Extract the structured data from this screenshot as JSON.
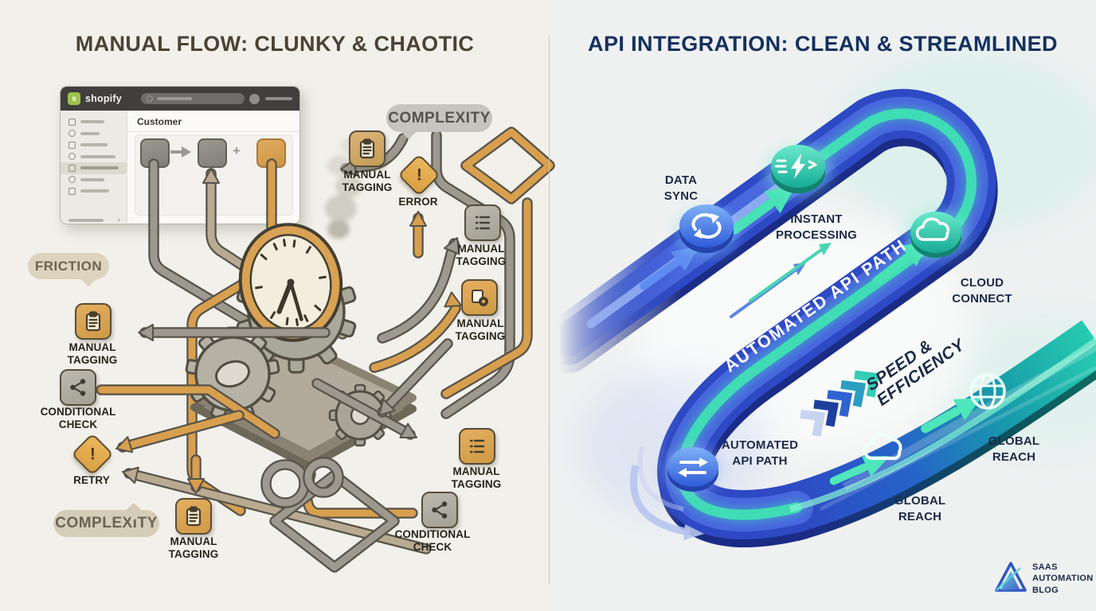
{
  "left": {
    "title": "MANUAL FLOW: CLUNKY & CHAOTIC",
    "window": {
      "brand": "shopify",
      "brand_initial": "s",
      "page_title": "Customer",
      "plus_sign": "+",
      "chevron": "›"
    },
    "bubbles": [
      {
        "label": "COMPLEXITY"
      },
      {
        "label": "FRICTION"
      },
      {
        "label": "COMPLEXITY"
      }
    ],
    "alert_mark": "!",
    "nodes": [
      {
        "id": "manual-tagging-top",
        "l1": "MANUAL",
        "l2": "TAGGING"
      },
      {
        "id": "error",
        "l1": "ERROR"
      },
      {
        "id": "manual-tagging-right-upper",
        "l1": "MANUAL",
        "l2": "TAGGING"
      },
      {
        "id": "manual-tagging-right-mid",
        "l1": "MANUAL",
        "l2": "TAGGING"
      },
      {
        "id": "manual-tagging-left",
        "l1": "MANUAL",
        "l2": "TAGGING"
      },
      {
        "id": "conditional-check-left",
        "l1": "CONDITIONAL",
        "l2": "CHECK"
      },
      {
        "id": "retry",
        "l1": "RETRY"
      },
      {
        "id": "manual-tagging-bottom",
        "l1": "MANUAL",
        "l2": "TAGGING"
      },
      {
        "id": "manual-tagging-bottom-right",
        "l1": "MANUAL",
        "l2": "TAGGING"
      },
      {
        "id": "conditional-check-bottom",
        "l1": "CONDITIONAL",
        "l2": "CHECK"
      }
    ]
  },
  "right": {
    "title": "API INTEGRATION: CLEAN & STREAMLINED",
    "track_text": "AUTOMATED API PATH",
    "speed": {
      "l1": "SPEED &",
      "l2": "EFFICIENCY"
    },
    "labels": [
      {
        "id": "data-sync",
        "l1": "DATA",
        "l2": "SYNC"
      },
      {
        "id": "instant-processing",
        "l1": "INSTANT",
        "l2": "PROCESSING"
      },
      {
        "id": "cloud-connect",
        "l1": "CLOUD",
        "l2": "CONNECT"
      },
      {
        "id": "automated-api-path",
        "l1": "AUTOMATED",
        "l2": "API PATH"
      },
      {
        "id": "global-reach-right",
        "l1": "GLOBAL",
        "l2": "REACH"
      },
      {
        "id": "global-reach-lower",
        "l1": "GLOBAL",
        "l2": "REACH"
      }
    ]
  },
  "logo": {
    "l1": "SAAS",
    "l2": "AUTOMATION",
    "l3": "BLOG"
  },
  "colors": {
    "left_title": "#4a4334",
    "right_title": "#15305e",
    "pipe_gray": "#9d998f",
    "pipe_orange": "#d89f4e",
    "pipe_tan": "#b9ab91",
    "track_blue": "#2e49c4",
    "track_teal": "#27ccb1",
    "accent_teal": "#3fe0b4",
    "label_navy": "#1b2a47"
  }
}
